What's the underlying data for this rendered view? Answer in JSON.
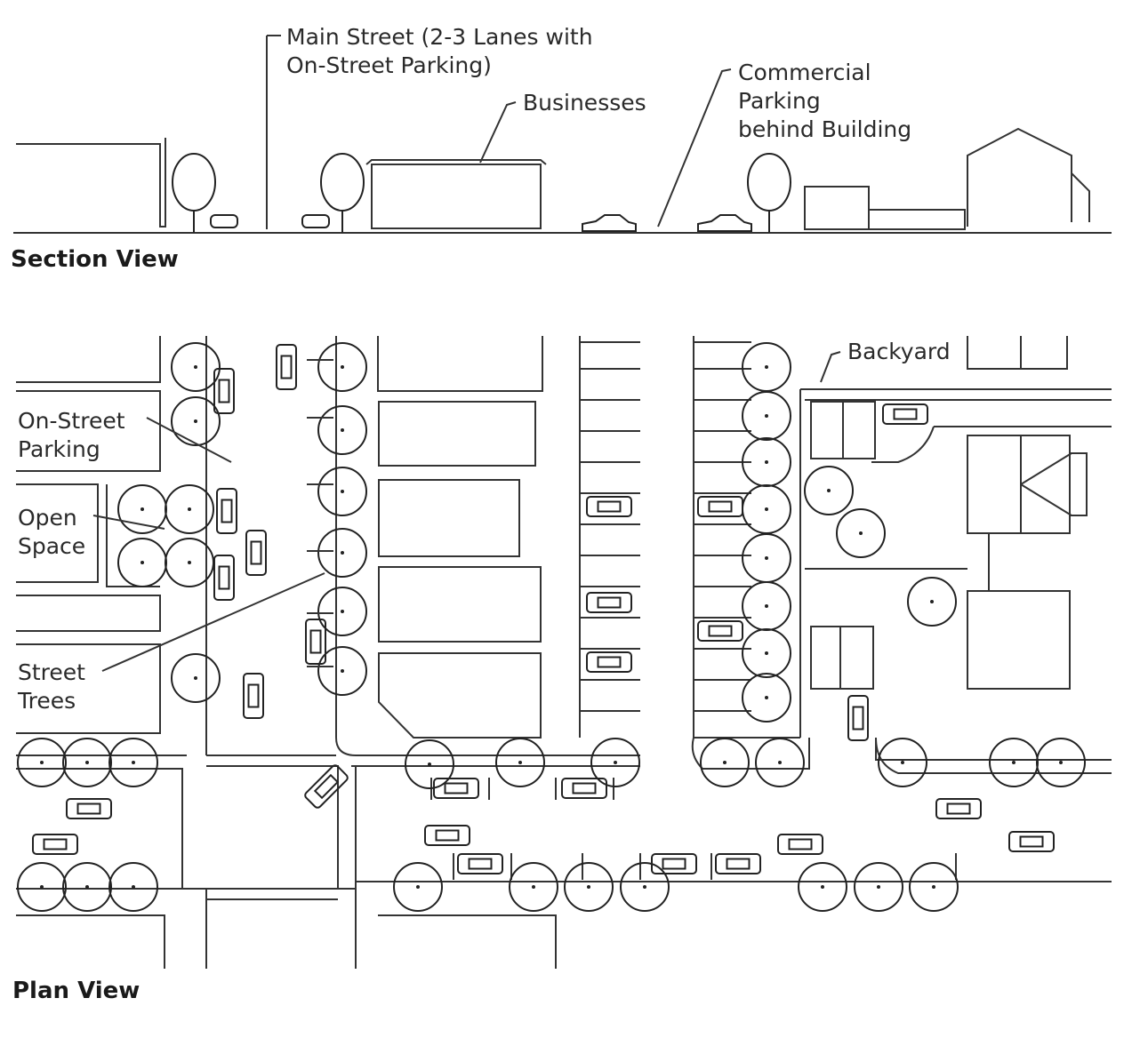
{
  "section": {
    "title": "Section View",
    "labels": {
      "main_street": "Main Street (2-3 Lanes with\nOn-Street Parking)",
      "businesses": "Businesses",
      "commercial_parking": "Commercial\nParking\nbehind Building"
    }
  },
  "plan": {
    "title": "Plan View",
    "labels": {
      "backyard": "Backyard",
      "on_street_parking": "On-Street\nParking",
      "open_space": "Open\nSpace",
      "street_trees": "Street\nTrees"
    }
  }
}
